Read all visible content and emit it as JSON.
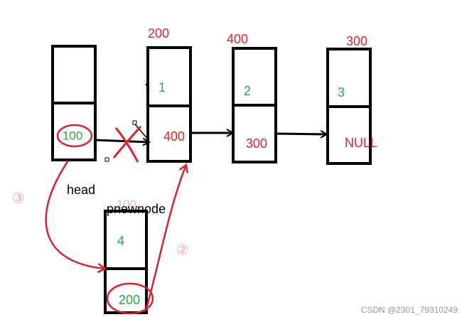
{
  "colors": {
    "box_stroke": "#000000",
    "address": "#e8202a",
    "data_value": "#2aa84a",
    "annotation": "#e02030",
    "circled_number": "#f0a6b8",
    "faded_label": "#f2b6c4",
    "watermark": "#9a9a9a"
  },
  "nodes": [
    {
      "address": "",
      "data": "",
      "next": "100"
    },
    {
      "address": "200",
      "data": "1",
      "next": "400"
    },
    {
      "address": "400",
      "data": "2",
      "next": "300"
    },
    {
      "address": "300",
      "data": "3",
      "next": "NULL"
    },
    {
      "address": "100",
      "data": "4",
      "next": "200"
    }
  ],
  "labels": {
    "head": "head",
    "pnewnode": "pnewnode",
    "step_3": "③",
    "step_2": "②"
  },
  "watermark": "CSDN @2301_79310249"
}
